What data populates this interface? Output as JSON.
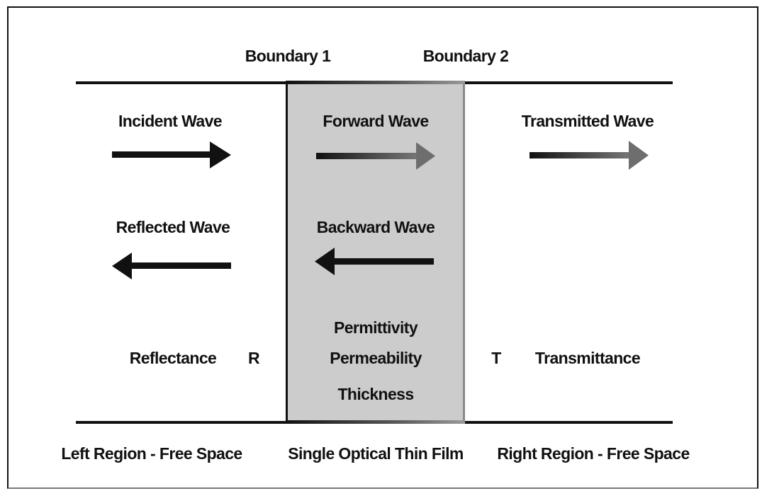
{
  "boundaries": {
    "boundary1": "Boundary 1",
    "boundary2": "Boundary 2"
  },
  "left_region": {
    "incident_label": "Incident Wave",
    "reflected_label": "Reflected Wave",
    "reflectance_label": "Reflectance",
    "reflectance_symbol": "R",
    "region_label": "Left Region - Free Space"
  },
  "film": {
    "forward_label": "Forward Wave",
    "backward_label": "Backward Wave",
    "properties": [
      "Permittivity",
      "Permeability",
      "Thickness"
    ],
    "region_label": "Single Optical Thin Film",
    "fill_color": "#cccccc"
  },
  "right_region": {
    "transmitted_label": "Transmitted Wave",
    "transmittance_symbol": "T",
    "transmittance_label": "Transmittance",
    "region_label": "Right Region - Free Space"
  },
  "arrows": {
    "incident": {
      "direction": "right",
      "style": "solid",
      "color": "#111111"
    },
    "reflected": {
      "direction": "left",
      "style": "solid",
      "color": "#111111"
    },
    "forward": {
      "direction": "right",
      "style": "gradient",
      "color_start": "#111111",
      "color_end": "#777777"
    },
    "backward": {
      "direction": "left",
      "style": "solid",
      "color": "#111111"
    },
    "transmitted": {
      "direction": "right",
      "style": "gradient",
      "color_start": "#111111",
      "color_end": "#777777"
    }
  }
}
